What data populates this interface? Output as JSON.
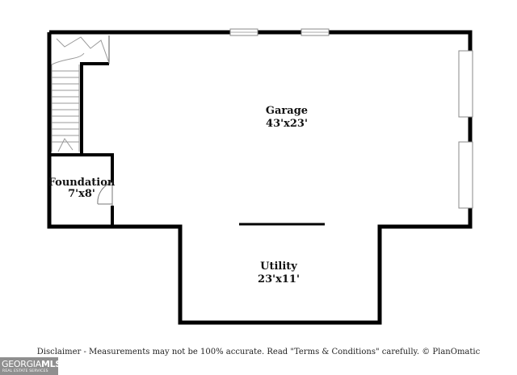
{
  "rooms": {
    "garage": {
      "name": "Garage",
      "dims": "43'x23'"
    },
    "foundation": {
      "name": "Foundation",
      "dims": "7'x8'"
    },
    "utility": {
      "name": "Utility",
      "dims": "23'x11'"
    }
  },
  "disclaimer": "Disclaimer - Measurements may not be 100% accurate. Read \"Terms & Conditions\" carefully. © PlanOmatic",
  "logo": {
    "text": "GEORGIA",
    "text_bold": "MLS",
    "tagline": "REAL ESTATE SERVICES"
  },
  "colors": {
    "wall": "#000000",
    "logo_bg": "#8f8f8f"
  }
}
